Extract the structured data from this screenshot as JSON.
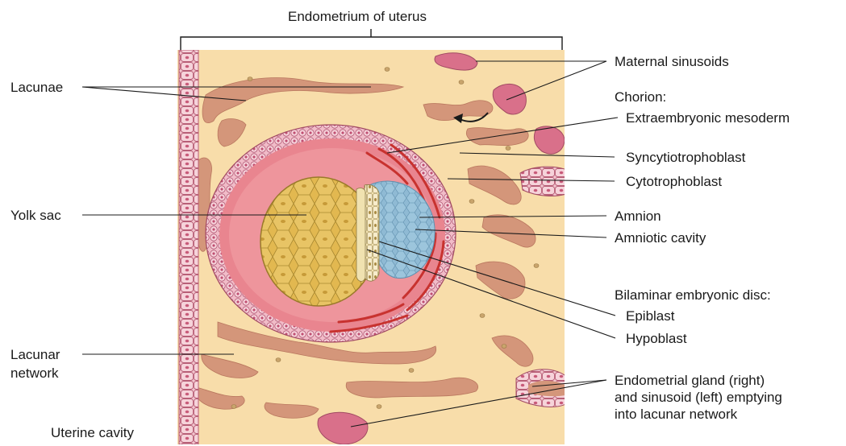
{
  "title": "Endometrium of uterus",
  "labels": {
    "lacunae": "Lacunae",
    "yolk_sac": "Yolk sac",
    "lacunar_network_1": "Lacunar",
    "lacunar_network_2": "network",
    "uterine_cavity": "Uterine cavity",
    "maternal_sinusoids": "Maternal sinusoids",
    "chorion": "Chorion:",
    "extraembryonic_mesoderm": "Extraembryonic mesoderm",
    "syncytiotrophoblast": "Syncytiotrophoblast",
    "cytotrophoblast": "Cytotrophoblast",
    "amnion": "Amnion",
    "amniotic_cavity": "Amniotic cavity",
    "bilaminar_disc": "Bilaminar embryonic disc:",
    "epiblast": "Epiblast",
    "hypoblast": "Hypoblast",
    "gland_1": "Endometrial gland (right)",
    "gland_2": "and sinusoid (left) emptying",
    "gland_3": "into lacunar network"
  },
  "colors": {
    "tissue_background": "#f8ddaa",
    "lacuna": "#d4967a",
    "epithelium": "#f0bfc9",
    "chorion_cavity": "#e9858f",
    "yolk_sac": "#e3b94e",
    "amniotic": "#8db8d3",
    "mesoderm_red": "#d8413c",
    "leader_line": "#1a1a1a"
  }
}
